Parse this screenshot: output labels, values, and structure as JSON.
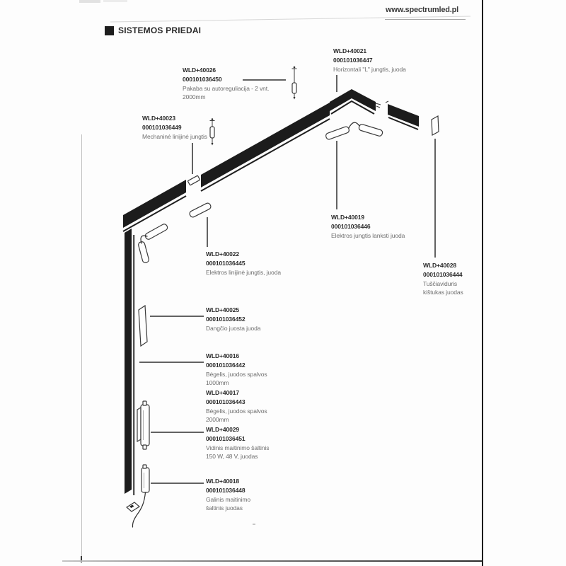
{
  "page": {
    "website": "www.spectrumled.pl",
    "section_title": "SISTEMOS PRIEDAI"
  },
  "labels": {
    "l40026": {
      "code": "WLD+40026",
      "sku": "000101036450",
      "d1": "Pakaba su autoreguliacija - 2 vnt.",
      "d2": "2000mm"
    },
    "l40021": {
      "code": "WLD+40021",
      "sku": "000101036447",
      "d1": "Horizontali \"L\" jungtis, juoda"
    },
    "l40023": {
      "code": "WLD+40023",
      "sku": "000101036449",
      "d1": "Mechaninė linijinė jungtis"
    },
    "l40019": {
      "code": "WLD+40019",
      "sku": "000101036446",
      "d1": "Elektros jungtis lanksti juoda"
    },
    "l40022": {
      "code": "WLD+40022",
      "sku": "000101036445",
      "d1": "Elektros linijinė jungtis, juoda"
    },
    "l40028": {
      "code": "WLD+40028",
      "sku": "000101036444",
      "d1": "Tuščiaviduris",
      "d2": "kištukas juodas"
    },
    "l40025": {
      "code": "WLD+40025",
      "sku": "000101036452",
      "d1": "Dangčio juosta juoda"
    },
    "l40016": {
      "code": "WLD+40016",
      "sku": "000101036442",
      "d1": "Bėgelis, juodos spalvos",
      "d2": "1000mm"
    },
    "l40017": {
      "code": "WLD+40017",
      "sku": "000101036443",
      "d1": "Bėgelis, juodos spalvos",
      "d2": "2000mm"
    },
    "l40029": {
      "code": "WLD+40029",
      "sku": "000101036451",
      "d1": "Vidinis maitinimo šaltinis",
      "d2": "150 W, 48 V, juodas"
    },
    "l40018": {
      "code": "WLD+40018",
      "sku": "000101036448",
      "d1": "Galinis maitinimo",
      "d2": "šaltinis juodas"
    }
  },
  "colors": {
    "rail_black": "#1c1c1c",
    "code_text": "#2b2b2b",
    "desc_text": "#6e6e6e",
    "leader_line": "#2e2e2e",
    "page_border": "#171717",
    "rule_gray": "#a8a8a8"
  }
}
